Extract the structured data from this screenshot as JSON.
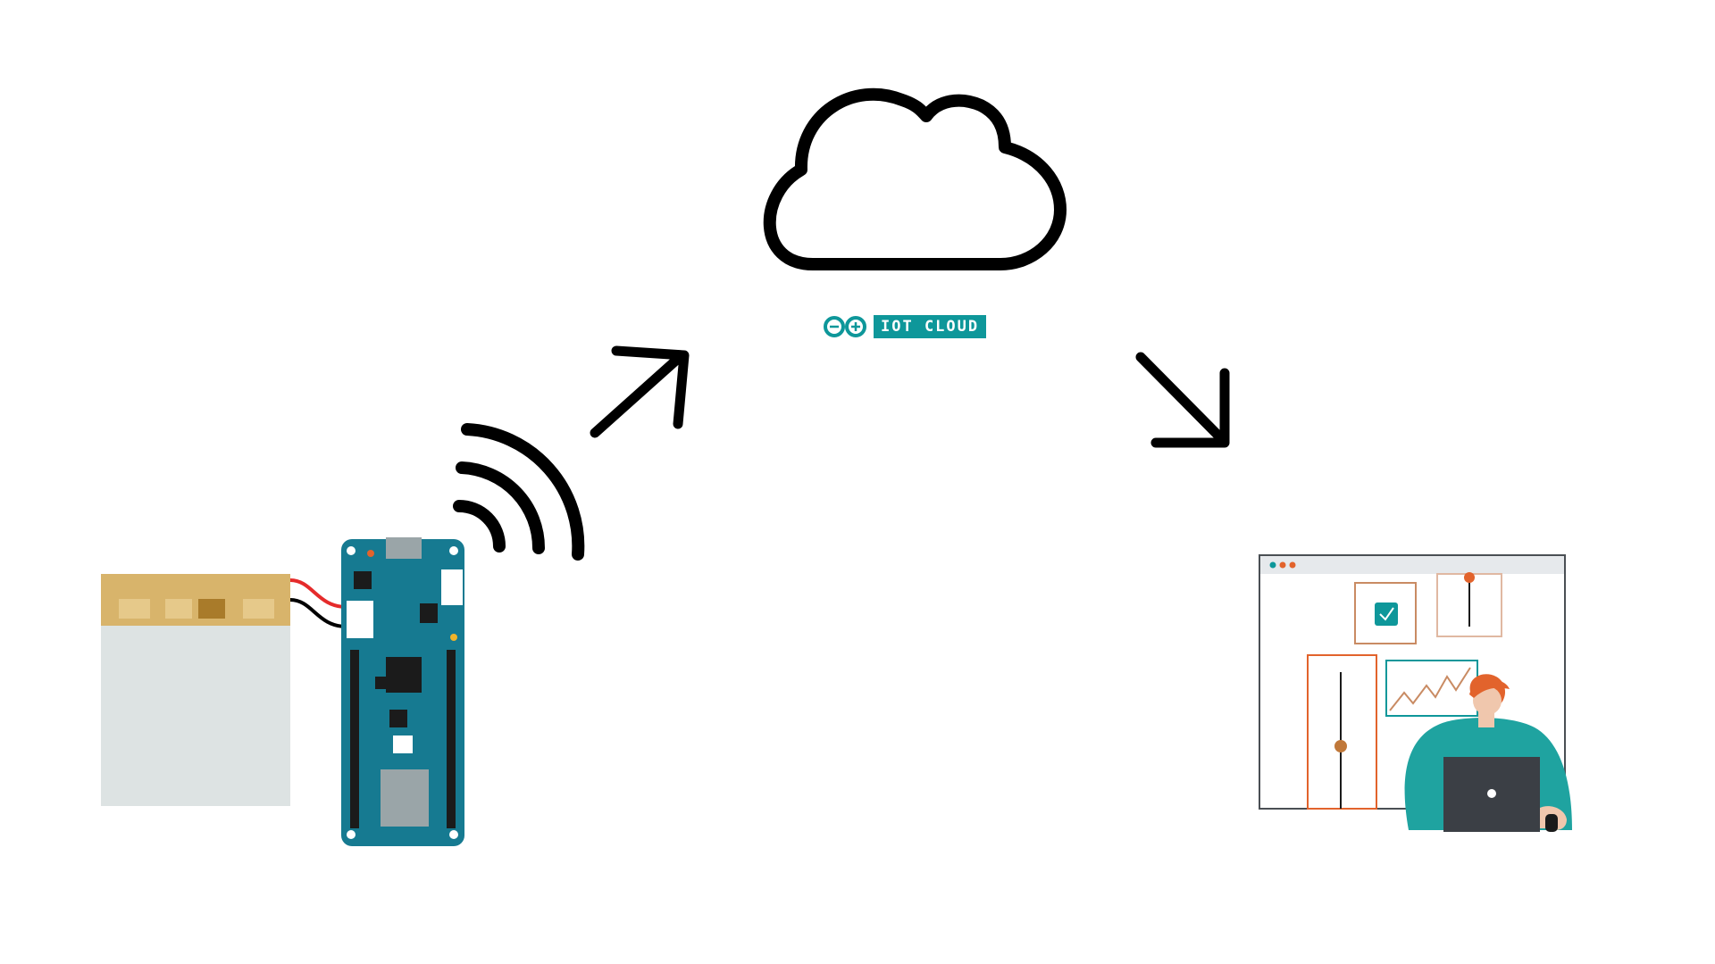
{
  "logo": {
    "label": "IOT CLOUD",
    "color": "#0e979a"
  },
  "icons": {
    "cloud": "cloud-icon",
    "signal": "wifi-signal-icon",
    "arrow_up": "arrow-up-right-icon",
    "arrow_down": "arrow-down-right-icon",
    "battery": "lipo-battery-illustration",
    "board": "arduino-board-illustration",
    "dashboard": "dashboard-user-illustration"
  },
  "colors": {
    "stroke": "#000000",
    "teal": "#0e979a",
    "board": "#167a91",
    "orange": "#e2632c",
    "battery_top": "#d8b46b",
    "battery_body": "#dde3e3"
  }
}
